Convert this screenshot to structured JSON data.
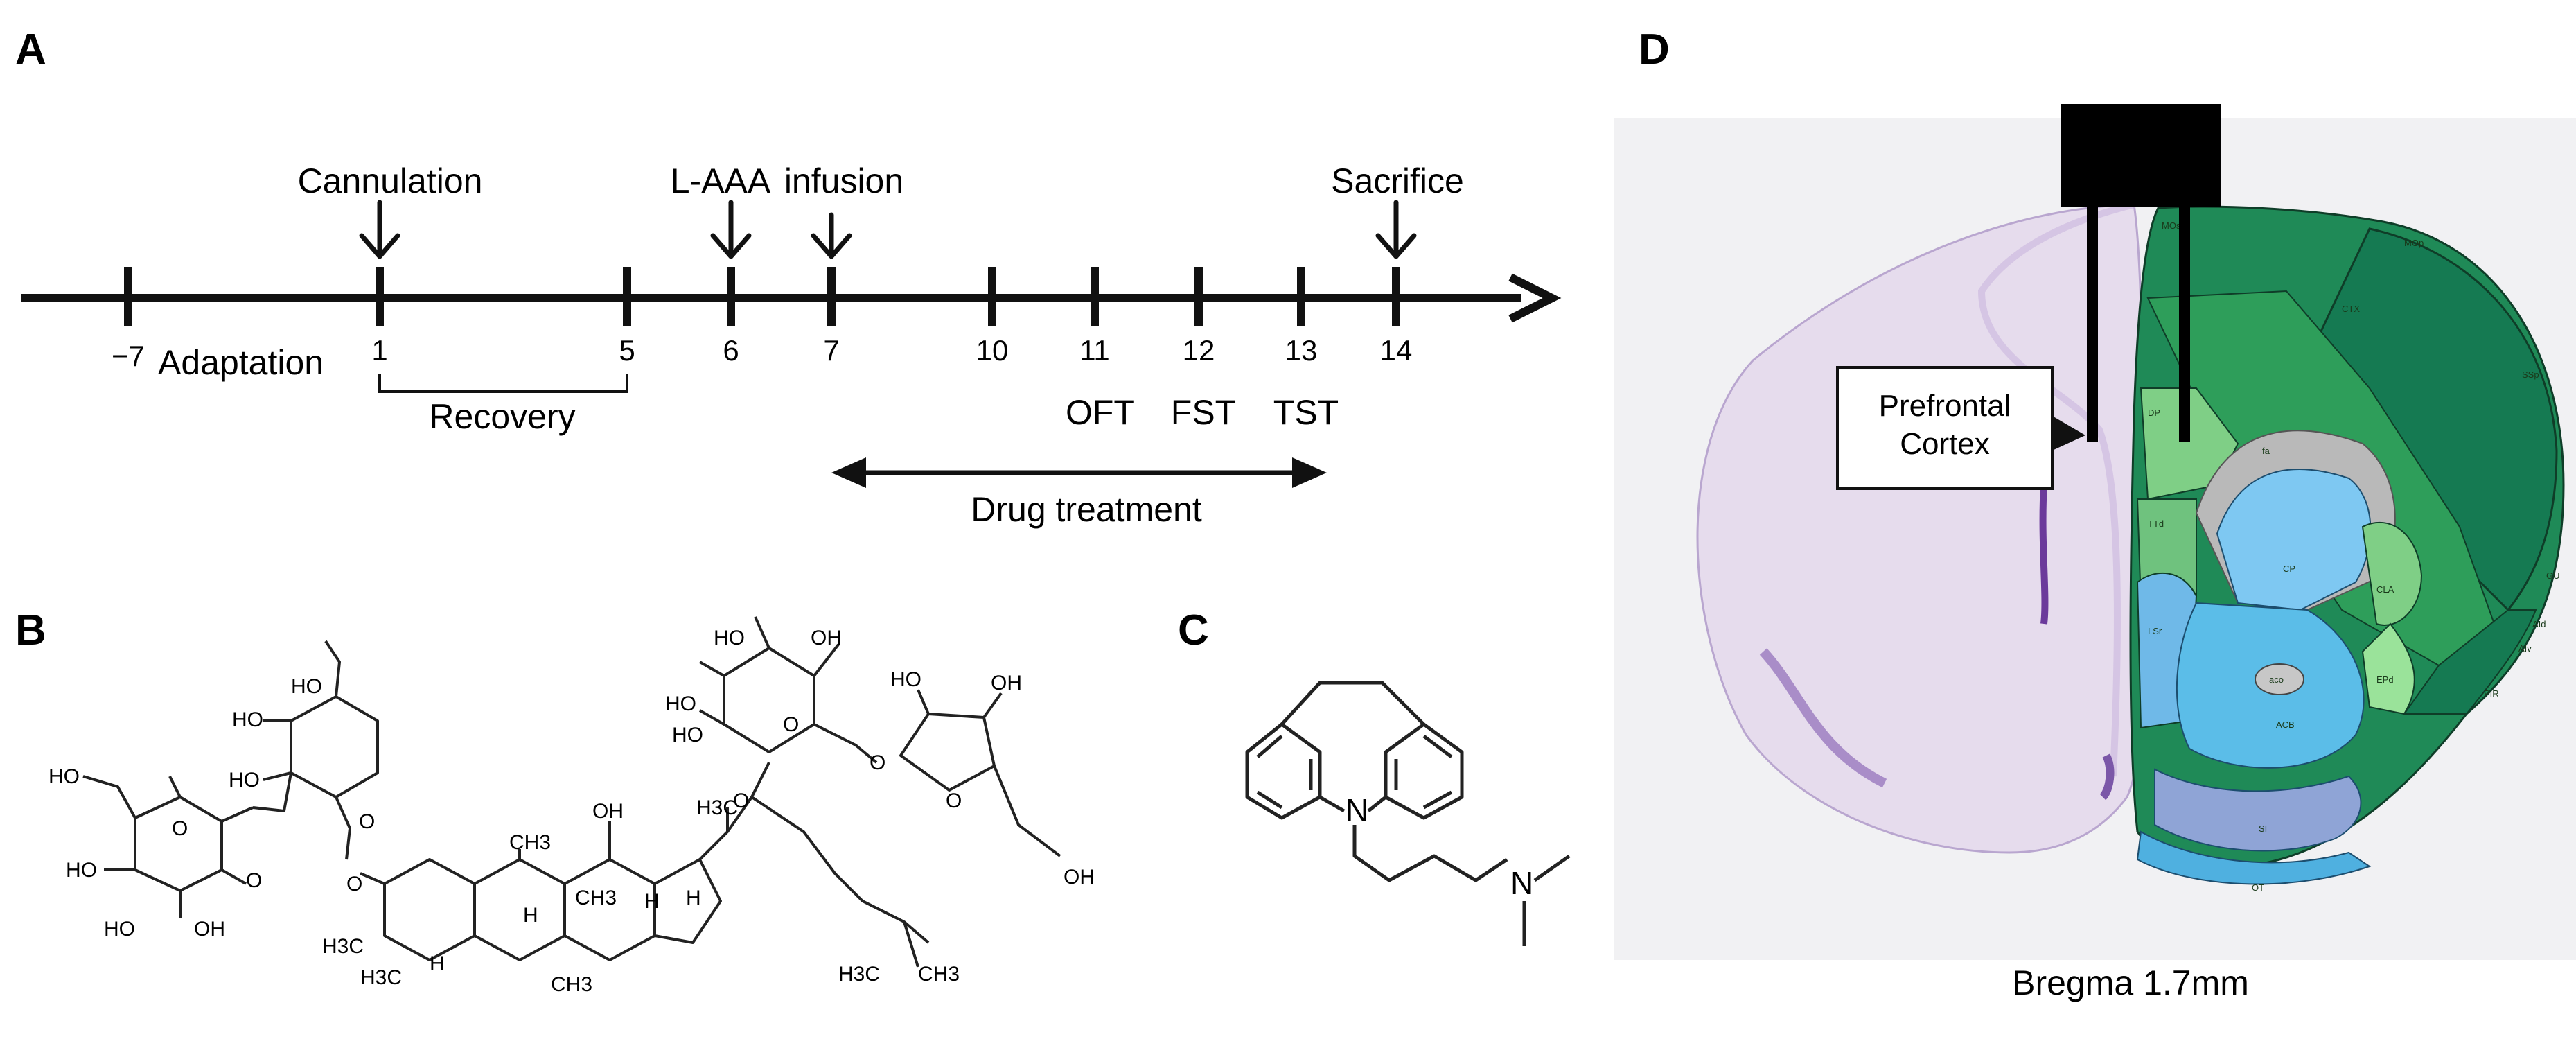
{
  "panels": {
    "a": "A",
    "b": "B",
    "c": "C",
    "d": "D"
  },
  "timeline": {
    "ticks": [
      "−7",
      "1",
      "5",
      "6",
      "7",
      "10",
      "11",
      "12",
      "13",
      "14"
    ],
    "events": {
      "cannulation": "Cannulation",
      "laaa": "L-AAA",
      "infusion": "infusion",
      "sacrifice": "Sacrifice"
    },
    "adaptation": "Adaptation",
    "recovery": "Recovery",
    "tests": {
      "oft": "OFT",
      "fst": "FST",
      "tst": "TST"
    },
    "drug_treatment": "Drug treatment"
  },
  "molecule_b": {
    "ho": "HO",
    "oh": "OH",
    "o": "O",
    "h": "H",
    "ch3": "CH3",
    "h3c": "H3C"
  },
  "molecule_c": {
    "n": "N"
  },
  "brain": {
    "callout_line1": "Prefrontal",
    "callout_line2": "Cortex",
    "caption": "Bregma 1.7mm",
    "regions": {
      "ctx": "CTX",
      "mop": "MOp",
      "ssp": "SSp",
      "cp": "CP",
      "cla": "CLA",
      "acb": "ACB",
      "lsr": "LSr",
      "si": "SI",
      "ot": "OT",
      "epd": "EPd",
      "pir": "PIR",
      "aiv": "AIv",
      "aid": "AId",
      "gu": "GU",
      "dp": "DP",
      "ttd": "TTd",
      "fa": "fa",
      "aco": "aco",
      "mos": "MOs"
    }
  },
  "colors": {
    "ink": "#111111",
    "nissl": "#a48cc4",
    "green_dark": "#157a52",
    "green_mid": "#2e9e5a",
    "green_light": "#7fcf86",
    "blue_cp": "#7ec8f2",
    "blue_acb": "#5bbde8",
    "grey_fa": "#b9b9b9"
  }
}
